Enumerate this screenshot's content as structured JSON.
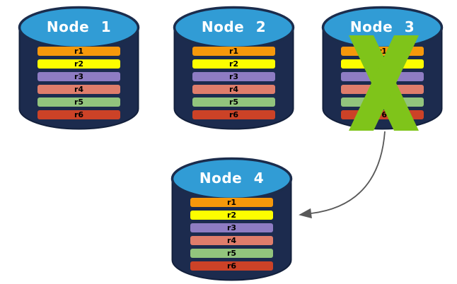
{
  "palette": {
    "background": "#FFFFFF",
    "cylinder_body": "#1C2B4E",
    "cylinder_outline": "#13203C",
    "cylinder_top": "#319CD5",
    "cylinder_top_outline": "#1B2C4C",
    "title_text": "#FFFFFF",
    "row_text": "#000000",
    "failure_x": "#7FC41A",
    "arrow": "#595959"
  },
  "rows": [
    {
      "label": "r1",
      "color": "#F6980B"
    },
    {
      "label": "r2",
      "color": "#FDFD00"
    },
    {
      "label": "r3",
      "color": "#8E7CC3"
    },
    {
      "label": "r4",
      "color": "#DF7D6B"
    },
    {
      "label": "r5",
      "color": "#92C47D"
    },
    {
      "label": "r6",
      "color": "#CC4227"
    }
  ],
  "nodes": [
    {
      "title": "Node 1",
      "failed": false
    },
    {
      "title": "Node 2",
      "failed": false
    },
    {
      "title": "Node 3",
      "failed": true
    },
    {
      "title": "Node 4",
      "failed": false
    }
  ],
  "annotations": {
    "failure_x_node": "Node 3",
    "arrow_from": "Node 3",
    "arrow_to": "Node 4"
  }
}
